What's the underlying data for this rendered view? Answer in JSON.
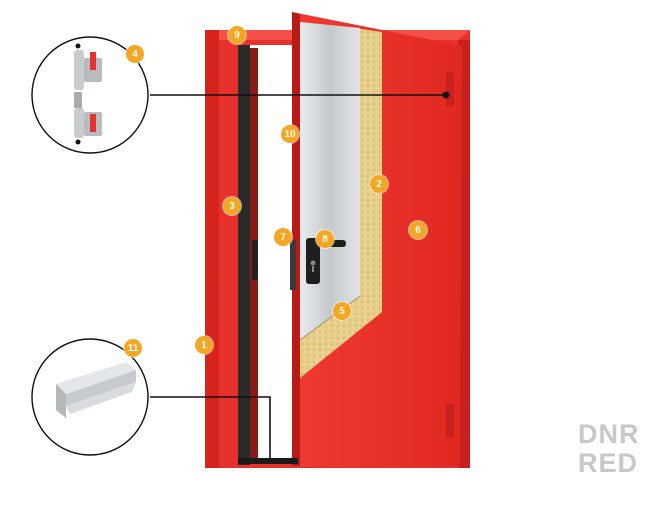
{
  "callouts": [
    {
      "id": "1",
      "label": "1"
    },
    {
      "id": "2",
      "label": "2"
    },
    {
      "id": "3",
      "label": "3"
    },
    {
      "id": "4",
      "label": "4"
    },
    {
      "id": "5",
      "label": "5"
    },
    {
      "id": "6",
      "label": "6"
    },
    {
      "id": "7",
      "label": "7"
    },
    {
      "id": "8",
      "label": "8"
    },
    {
      "id": "9",
      "label": "9"
    },
    {
      "id": "10",
      "label": "10"
    },
    {
      "id": "11",
      "label": "11"
    }
  ],
  "watermark": {
    "line1": "DNR",
    "line2": "RED"
  },
  "colors": {
    "door_red": "#e8302c",
    "door_red_dark": "#c8201c",
    "callout_orange": "#f5a623",
    "insulation": "#e6cf8a",
    "steel": "#cfd3d6",
    "watermark_gray": "#c8c8c8"
  }
}
